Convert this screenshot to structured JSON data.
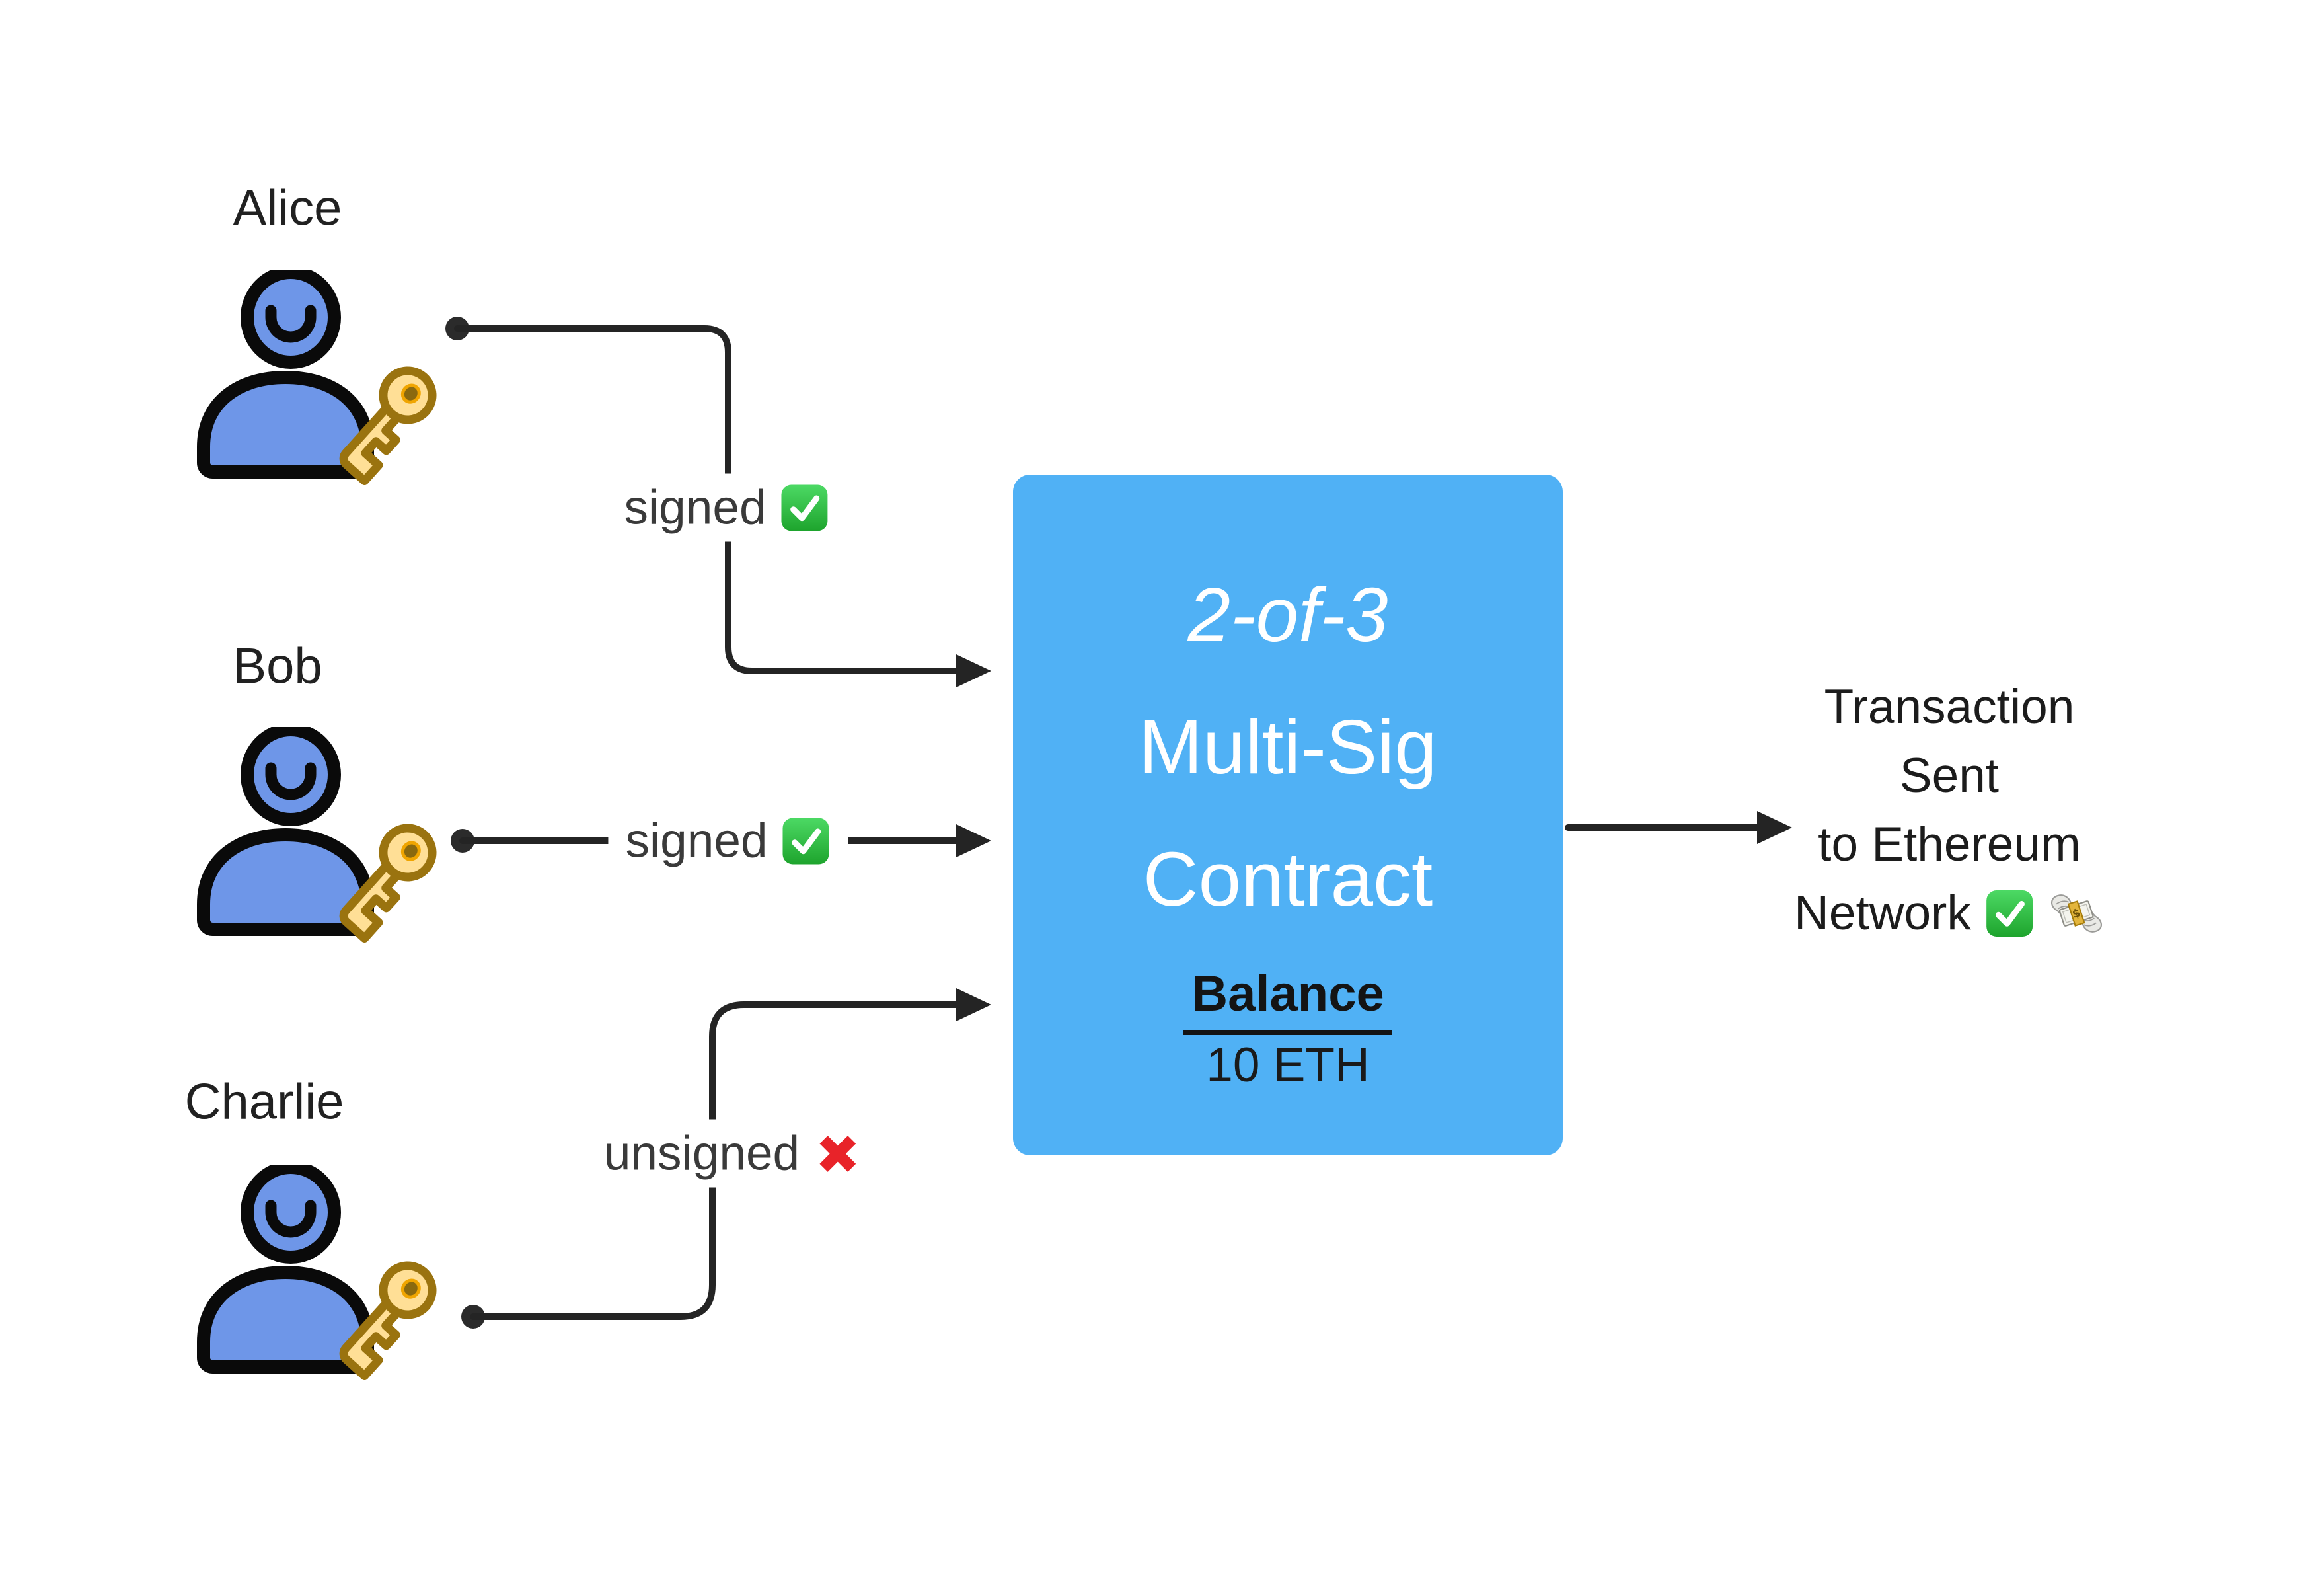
{
  "participants": [
    {
      "name": "Alice",
      "status_label": "signed",
      "status_icon": "check-emoji"
    },
    {
      "name": "Bob",
      "status_label": "signed",
      "status_icon": "check-emoji"
    },
    {
      "name": "Charlie",
      "status_label": "unsigned",
      "status_icon": "cross-emoji"
    }
  ],
  "contract": {
    "threshold": "2-of-3",
    "type_word1": "Multi-Sig",
    "type_word2": "Contract",
    "balance_label": "Balance",
    "balance_value": "10 ETH"
  },
  "output": {
    "line1": "Transaction",
    "line2": "Sent",
    "line3": "to Ethereum",
    "line4": "Network",
    "icons": [
      "check-emoji",
      "money-with-wings-emoji"
    ]
  },
  "icons": {
    "person_key": "person-with-key-icon",
    "dot": "connection-dot",
    "arrow": "arrowhead-icon"
  },
  "colors": {
    "background": "#ffffff",
    "contract_box": "#50B1F5",
    "person_fill": "#6E96E8",
    "outline_black": "#0a0a0a",
    "key_fill": "#FFDF96",
    "key_stroke": "#9A730F",
    "wire": "#242424",
    "check_green": "#2FB344",
    "cross_red": "#E82329",
    "text_dark": "#1c1c1c",
    "contract_text": "#ffffff"
  }
}
